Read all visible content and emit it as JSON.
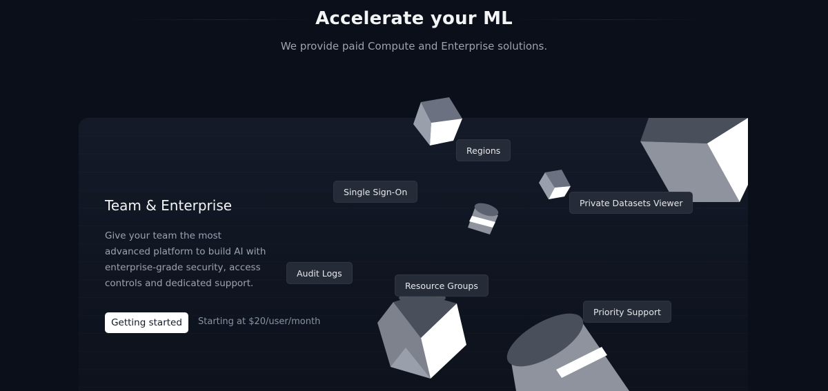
{
  "hero": {
    "title": "Accelerate your ML",
    "subtitle": "We provide paid Compute and Enterprise solutions."
  },
  "card": {
    "title": "Team & Enterprise",
    "description": "Give your team the most advanced platform to build AI with enterprise-grade security, access controls and dedicated support.",
    "cta_label": "Getting started",
    "pricing": "Starting at $20/user/month"
  },
  "features": {
    "regions": "Regions",
    "sso": "Single Sign-On",
    "private_datasets": "Private Datasets Viewer",
    "audit_logs": "Audit Logs",
    "resource_groups": "Resource Groups",
    "priority_support": "Priority Support"
  },
  "colors": {
    "background": "#0b0f1a",
    "card": "#141a28",
    "chip": "#262b38",
    "cta": "#ffffff"
  }
}
